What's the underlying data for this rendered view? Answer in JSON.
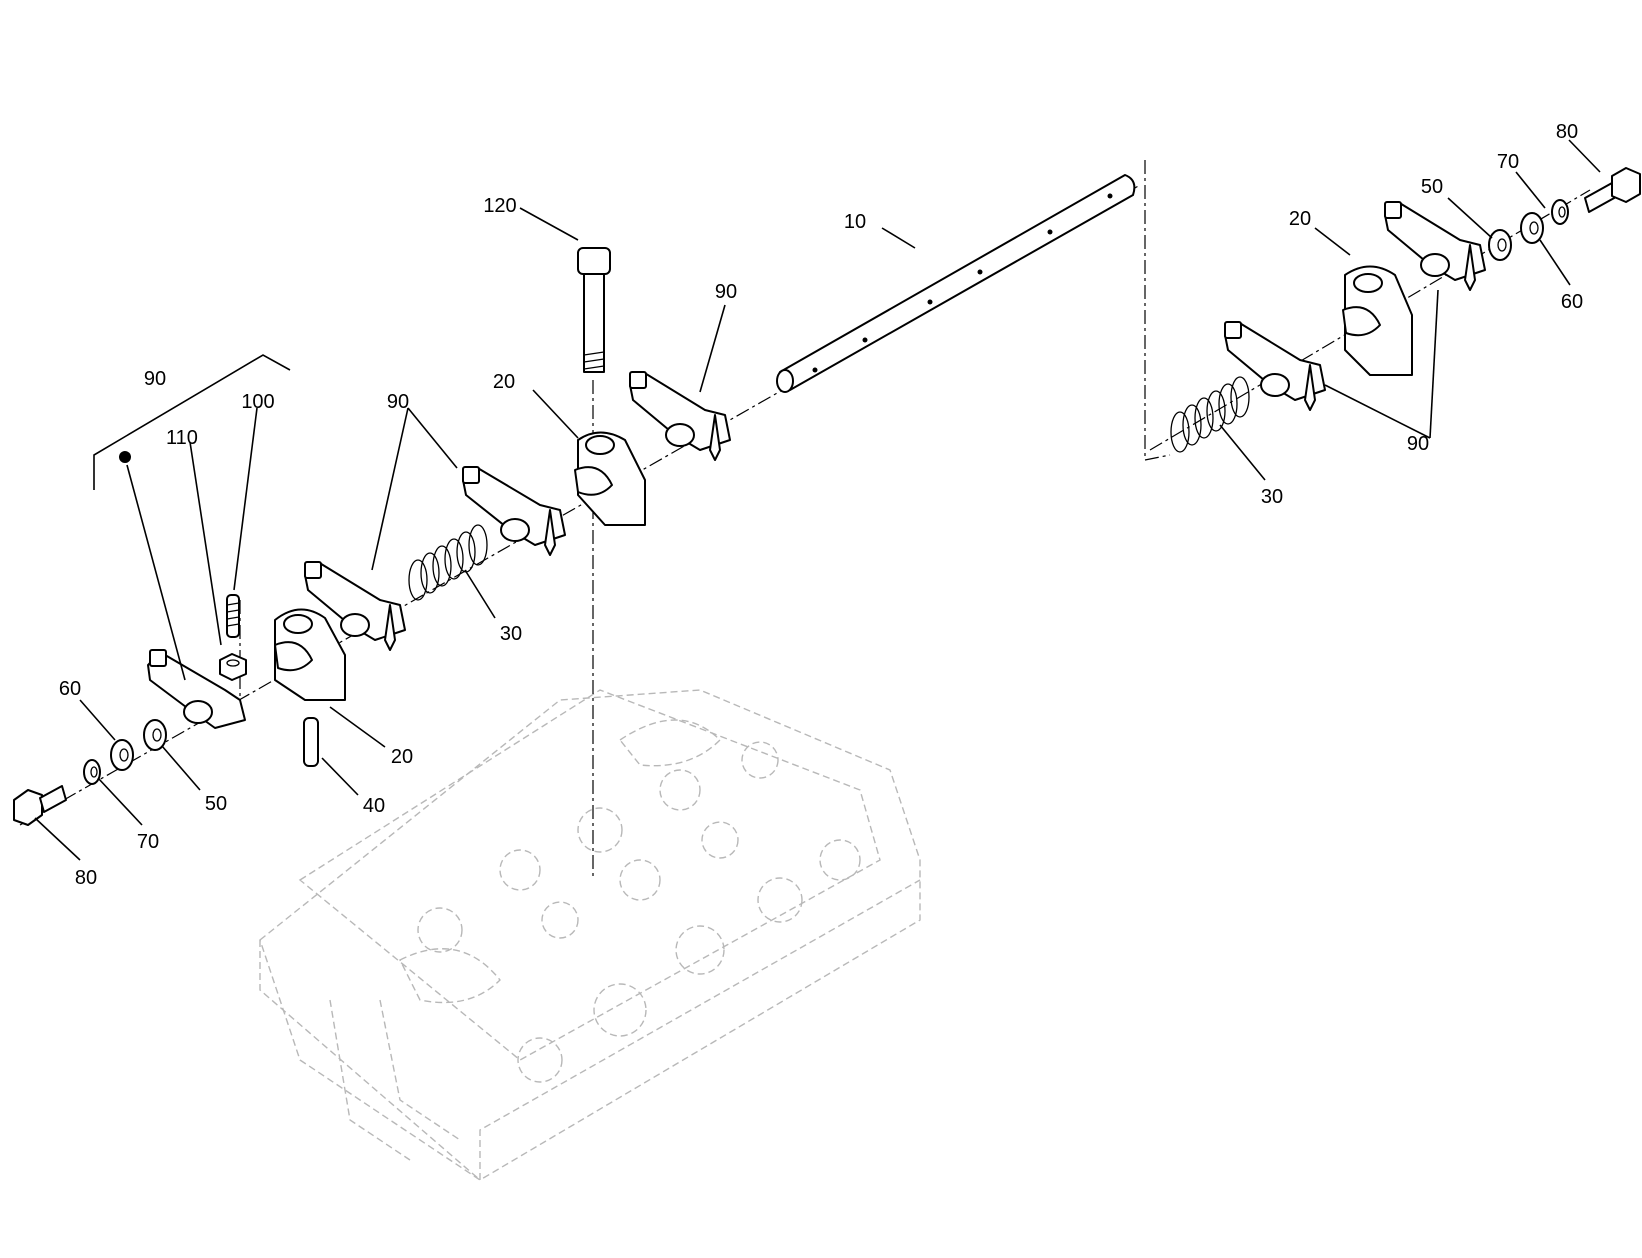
{
  "callouts": [
    {
      "id": "c-80-right",
      "label": "80"
    },
    {
      "id": "c-70-right",
      "label": "70"
    },
    {
      "id": "c-50-right",
      "label": "50"
    },
    {
      "id": "c-60-right",
      "label": "60"
    },
    {
      "id": "c-20-right",
      "label": "20"
    },
    {
      "id": "c-90-right",
      "label": "90"
    },
    {
      "id": "c-30-right",
      "label": "30"
    },
    {
      "id": "c-10",
      "label": "10"
    },
    {
      "id": "c-120",
      "label": "120"
    },
    {
      "id": "c-90-center",
      "label": "90"
    },
    {
      "id": "c-20-center",
      "label": "20"
    },
    {
      "id": "c-90-mid",
      "label": "90"
    },
    {
      "id": "c-30-left",
      "label": "30"
    },
    {
      "id": "c-90-bracket",
      "label": "90"
    },
    {
      "id": "c-100",
      "label": "100"
    },
    {
      "id": "c-110",
      "label": "110"
    },
    {
      "id": "c-20-left",
      "label": "20"
    },
    {
      "id": "c-40",
      "label": "40"
    },
    {
      "id": "c-60-left",
      "label": "60"
    },
    {
      "id": "c-50-left",
      "label": "50"
    },
    {
      "id": "c-70-left",
      "label": "70"
    },
    {
      "id": "c-80-left",
      "label": "80"
    }
  ]
}
